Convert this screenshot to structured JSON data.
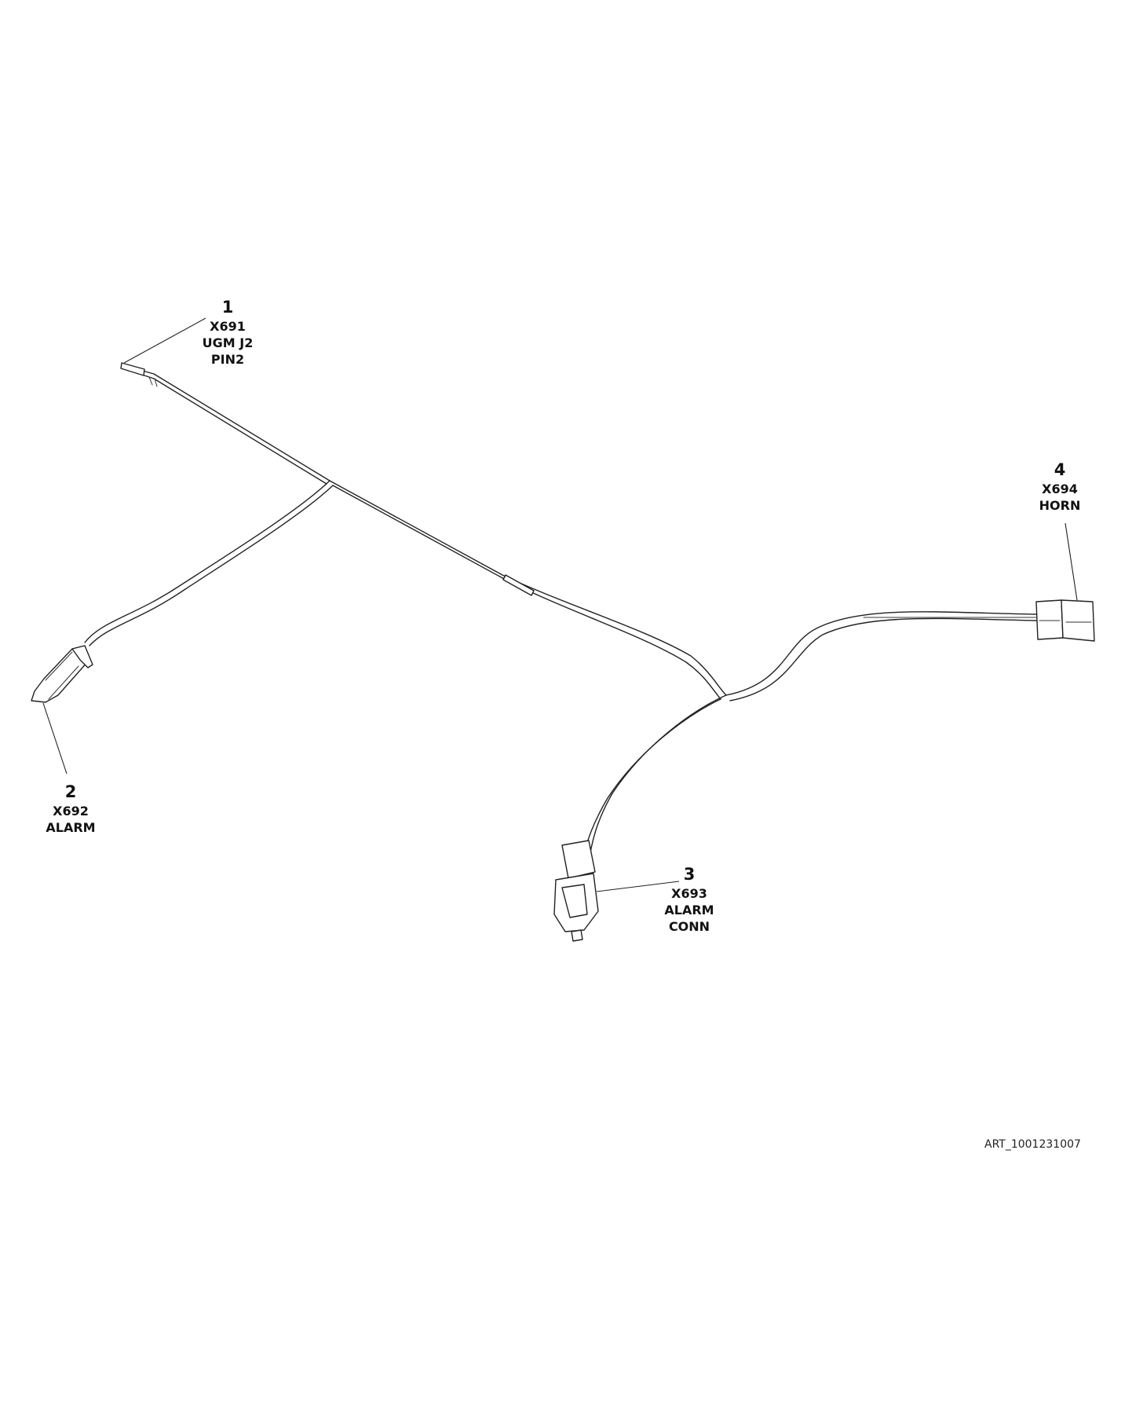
{
  "callouts": [
    {
      "number": "1",
      "lines": [
        "X691",
        "UGM J2",
        "PIN2"
      ]
    },
    {
      "number": "2",
      "lines": [
        "X692",
        "ALARM"
      ]
    },
    {
      "number": "3",
      "lines": [
        "X693",
        "ALARM",
        "CONN"
      ]
    },
    {
      "number": "4",
      "lines": [
        "X694",
        "HORN"
      ]
    }
  ],
  "art_code": "ART_1001231007"
}
